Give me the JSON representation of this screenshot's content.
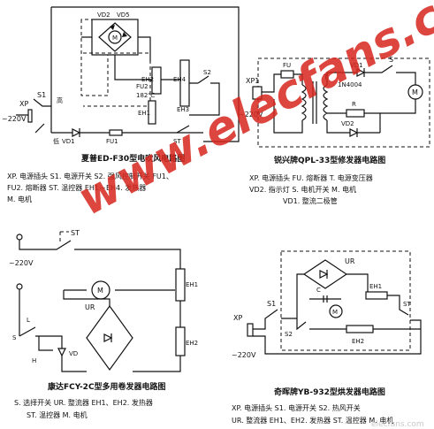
{
  "watermark": "www.elecfans.com",
  "watermark_small": "elecfans.com",
  "circuit1": {
    "title": "夏普ED-F30型电吹风电路图",
    "legend": [
      "XP. 电源插头  S1. 电源开关  S2. 强风控制开关  FU1、",
      "FU2. 熔断器  ST. 温控器  EH1－EH4. 发热器",
      "M. 电机"
    ],
    "labels": {
      "vd2": "VD2",
      "vd5": "VD5",
      "m": "M",
      "eh2": "EH2",
      "eh4": "EH4",
      "fu2": "FU2",
      "fu2_temp": "182℃",
      "eh1": "EH1",
      "eh3": "EH3",
      "s2": "S2",
      "xp": "XP",
      "s1": "S1",
      "s1_hot": "高",
      "s1_low": "低",
      "v220": "~220V",
      "vd1": "VD1",
      "fu1": "FU1",
      "st": "ST"
    }
  },
  "circuit2": {
    "title": "锐兴牌QPL-33型修发器电路图",
    "legend": [
      "XP. 电源插头  FU. 熔断器  T. 电源变压器",
      "VD2. 指示灯  S. 电机开关  M. 电机",
      "VD1. 整流二极管"
    ],
    "labels": {
      "xp1": "XP1",
      "fu": "FU",
      "t": "T",
      "vd1": "VD1",
      "vd1_part": "1N4004",
      "s": "S",
      "m": "M",
      "r": "R",
      "vd2": "VD2",
      "v220": "~220V"
    }
  },
  "circuit3": {
    "title": "康达FCY-2C型多用卷发器电路图",
    "legend": [
      "S. 选择开关  UR. 整流器  EH1、EH2. 发热器",
      "ST. 温控器  M. 电机"
    ],
    "labels": {
      "st": "ST",
      "v220": "~220V",
      "m": "M",
      "eh1": "EH1",
      "ur": "UR",
      "eh2": "EH2",
      "s": "S",
      "l": "L",
      "h": "H",
      "vd": "VD"
    }
  },
  "circuit4": {
    "title": "奇晖牌YB-932型烘发器电路图",
    "legend": [
      "XP. 电源插头  S1. 电源开关  S2. 热风开关",
      "UR. 整流器  EH1、EH2. 发热器  ST. 温控器  M. 电机"
    ],
    "labels": {
      "ur": "UR",
      "c": "C",
      "m": "M",
      "eh1": "EH1",
      "s1": "S1",
      "st": "ST",
      "xp": "XP",
      "s2": "S2",
      "eh2": "EH2",
      "v220": "~220V"
    }
  }
}
